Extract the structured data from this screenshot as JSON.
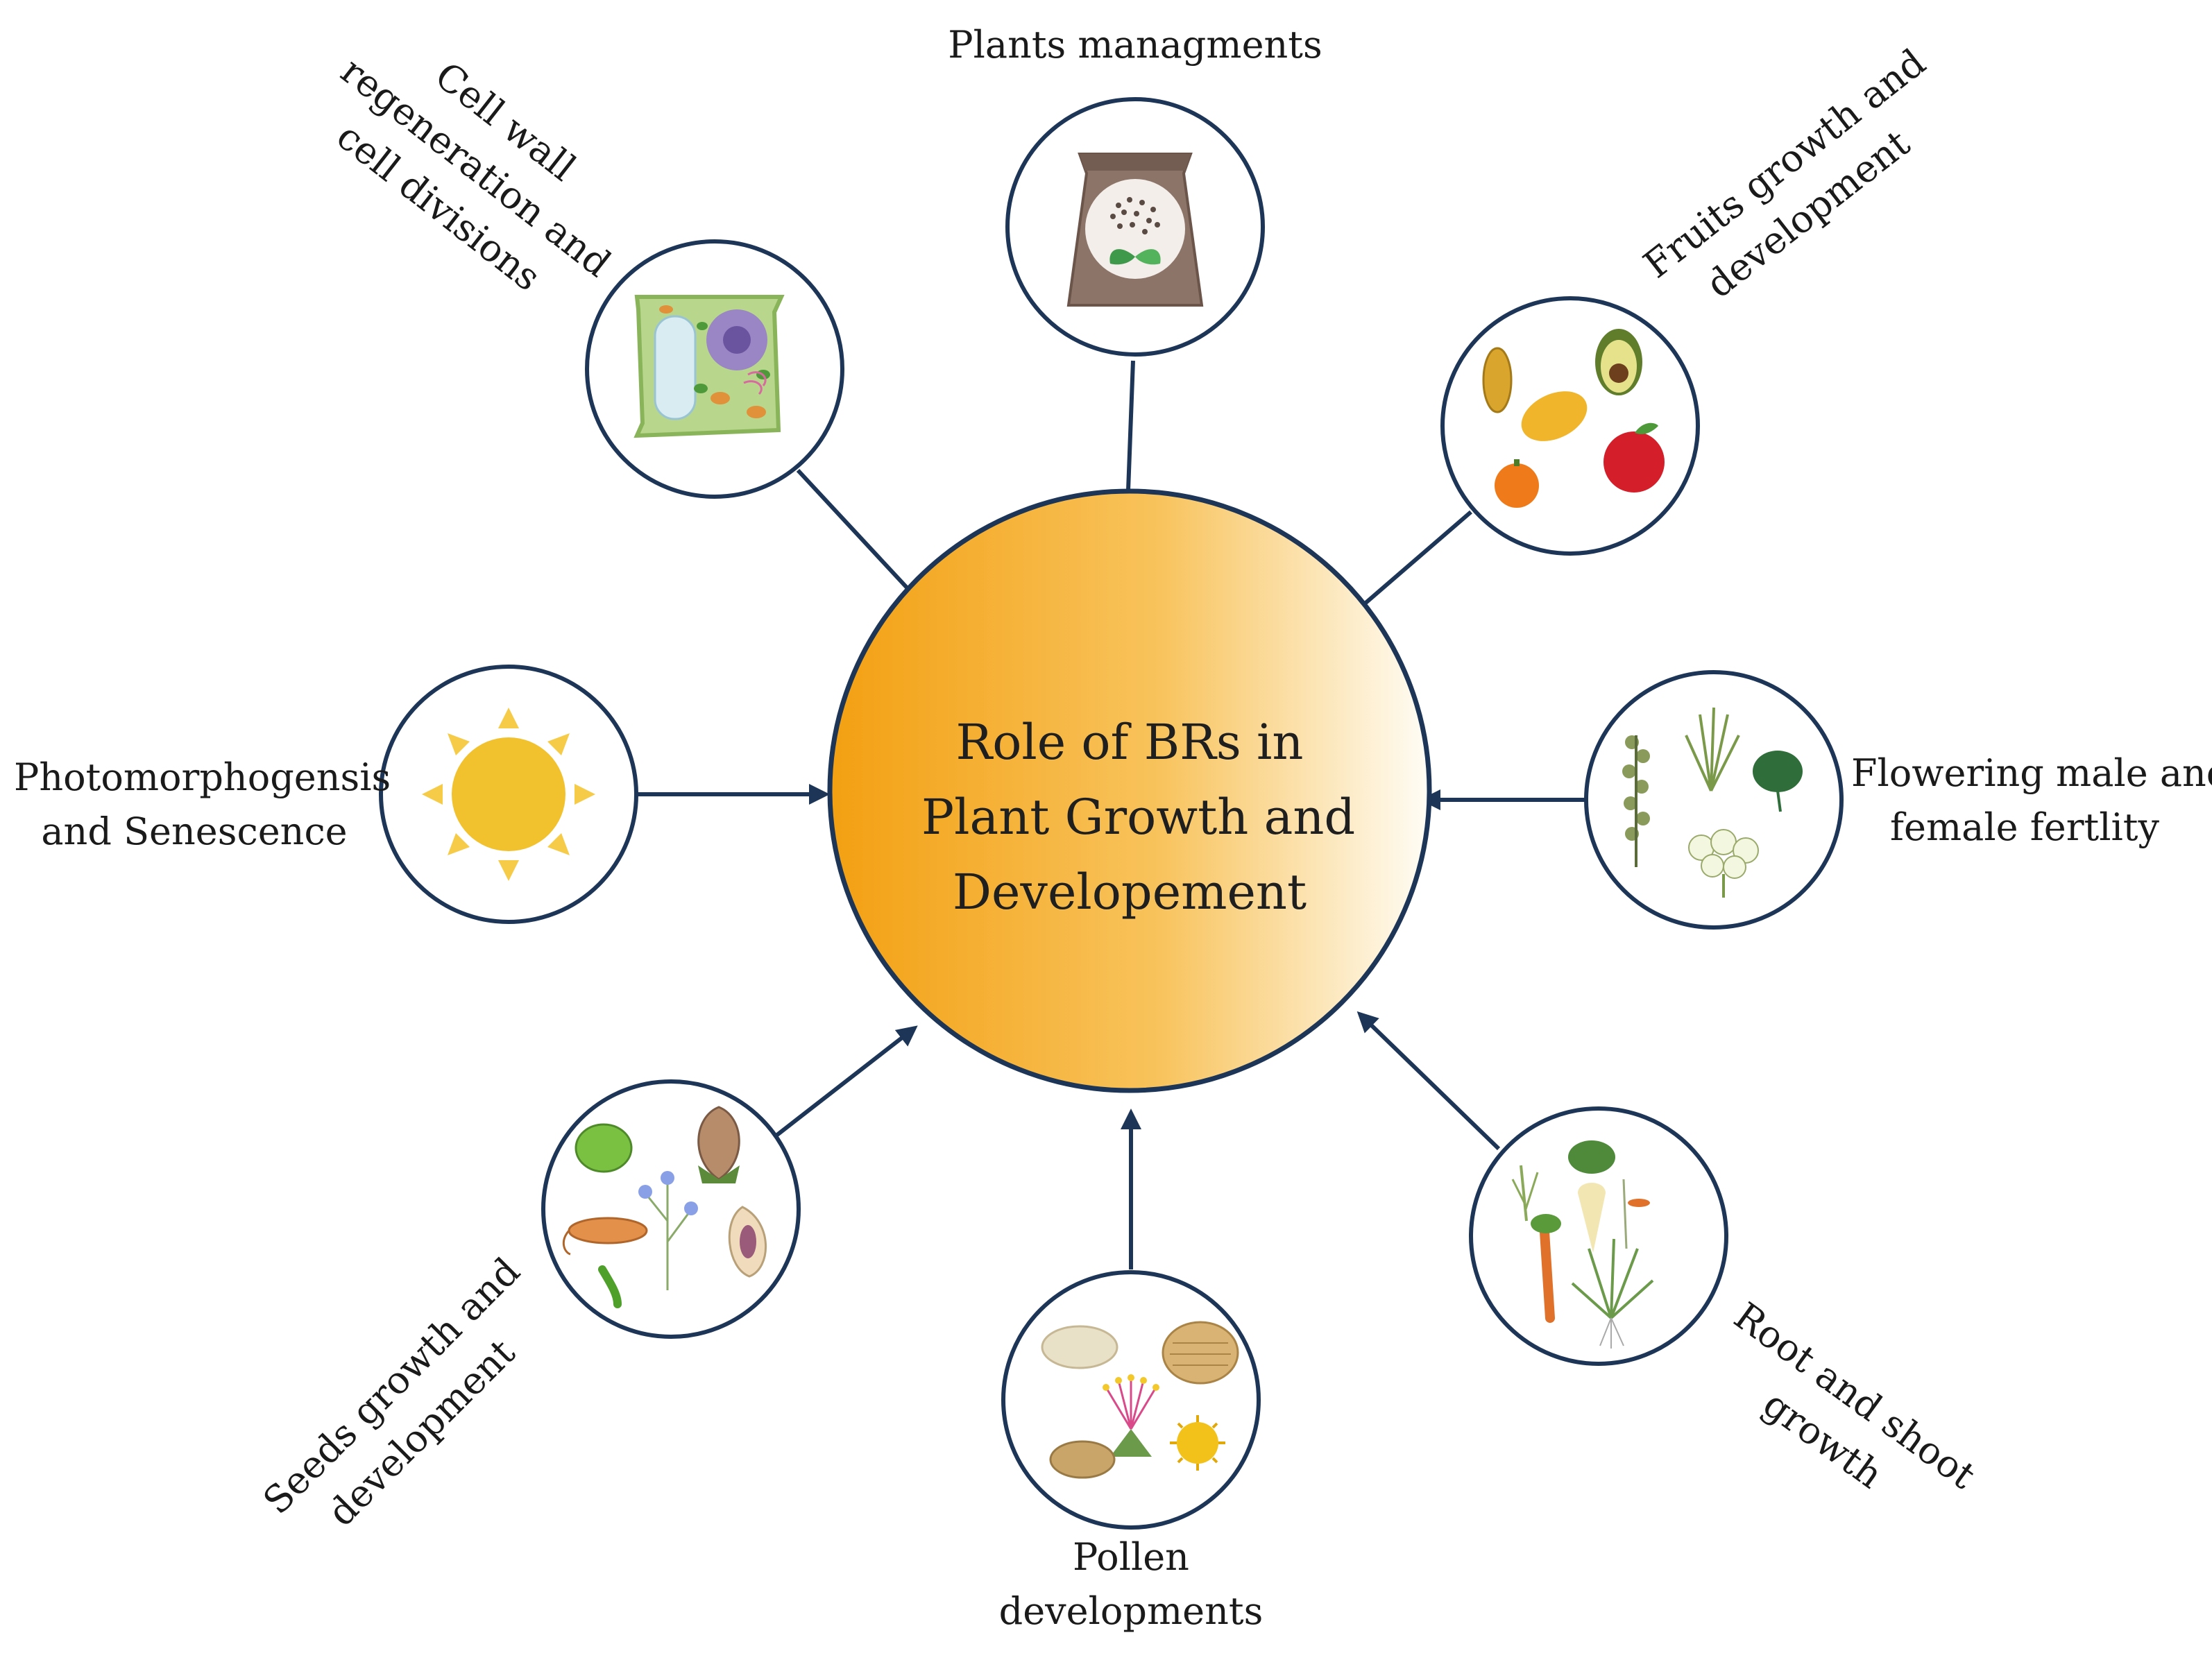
{
  "center": {
    "lines": [
      "Role of BRs in",
      "Plant Growth and",
      "Developement"
    ]
  },
  "colors": {
    "outline": "#1d3557",
    "gradient_start": "#f3a012",
    "gradient_end": "#fffdf6"
  },
  "nodes": [
    {
      "id": "plants",
      "label_lines": [
        "Plants managments"
      ],
      "icon": "seed-bag-icon"
    },
    {
      "id": "fruits",
      "label_lines": [
        "Fruits growth and",
        "development"
      ],
      "icon": "fruits-icon"
    },
    {
      "id": "flowering",
      "label_lines": [
        "Flowering male and",
        "female fertlity"
      ],
      "icon": "flowering-plants-icon"
    },
    {
      "id": "root",
      "label_lines": [
        "Root and shoot",
        "growth"
      ],
      "icon": "root-shoot-icon"
    },
    {
      "id": "pollen",
      "label_lines": [
        "Pollen",
        "developments"
      ],
      "icon": "pollen-icon"
    },
    {
      "id": "seeds",
      "label_lines": [
        "Seeds growth and",
        "development"
      ],
      "icon": "seeds-icon"
    },
    {
      "id": "photo",
      "label_lines": [
        "Photomorphogensis",
        "and Senescence"
      ],
      "icon": "sun-icon"
    },
    {
      "id": "cellwall",
      "label_lines": [
        "Cell wall",
        "regeneration and",
        "cell divisions"
      ],
      "icon": "plant-cell-icon"
    }
  ]
}
